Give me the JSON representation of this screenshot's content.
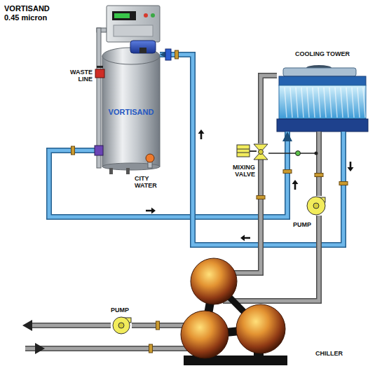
{
  "diagram": {
    "title": "VORTISAND 0.45 micron",
    "nodes": [
      {
        "text": [
          "VORTISAND"
        ]
      },
      {
        "text": [
          "COOLING TOWER"
        ]
      },
      {
        "text": [
          "MIXING VALVE"
        ]
      },
      {
        "text": [
          "PUMP"
        ]
      },
      {
        "text": [
          "CHILLER"
        ]
      },
      {
        "text": [
          "PUMP"
        ]
      }
    ],
    "edges": [
      {
        "from": 0,
        "to": 1,
        "arrow": "to"
      },
      {
        "from": 1,
        "to": 0,
        "arrow": "to"
      },
      {
        "from": 2,
        "to": 1,
        "arrow": "none"
      },
      {
        "from": 4,
        "to": 2,
        "arrow": "none"
      },
      {
        "from": 1,
        "to": 3,
        "arrow": "none"
      },
      {
        "from": 3,
        "to": 4,
        "arrow": "none"
      },
      {
        "from": 4,
        "to": 5,
        "arrow": "none"
      }
    ],
    "labels": [
      "WASTE LINE",
      "CITY WATER"
    ]
  }
}
